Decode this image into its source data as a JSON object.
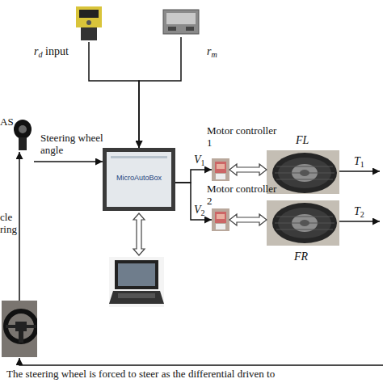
{
  "diagram": {
    "nodes": [
      {
        "text": [
          "rd input"
        ]
      },
      {
        "text": [
          "rm"
        ]
      },
      {
        "text": [
          "AS"
        ]
      },
      {
        "text": [
          "MicroAutoBox"
        ]
      },
      {
        "text": [
          "Motor controller 1"
        ]
      },
      {
        "text": [
          "FL"
        ]
      },
      {
        "text": [
          "Motor controller 2"
        ]
      },
      {
        "text": [
          "FR"
        ]
      },
      {
        "text": [
          "cle ring"
        ]
      }
    ],
    "edges": [
      {
        "from": 0,
        "to": 3,
        "arrow": "to"
      },
      {
        "from": 1,
        "to": 3,
        "arrow": "to"
      },
      {
        "from": 2,
        "to": 3,
        "label": "Steering wheel angle",
        "arrow": "to"
      },
      {
        "from": 3,
        "to": 4,
        "label": "V1",
        "arrow": "to"
      },
      {
        "from": 3,
        "to": 6,
        "label": "V2",
        "arrow": "to"
      },
      {
        "from": 4,
        "to": 5,
        "arrow": "both"
      },
      {
        "from": 6,
        "to": 7,
        "arrow": "both"
      },
      {
        "from": 8,
        "to": 2,
        "arrow": "to"
      }
    ],
    "labels": [
      "T1",
      "T2",
      "The steering wheel is forced to steer as the differential driven to"
    ]
  }
}
